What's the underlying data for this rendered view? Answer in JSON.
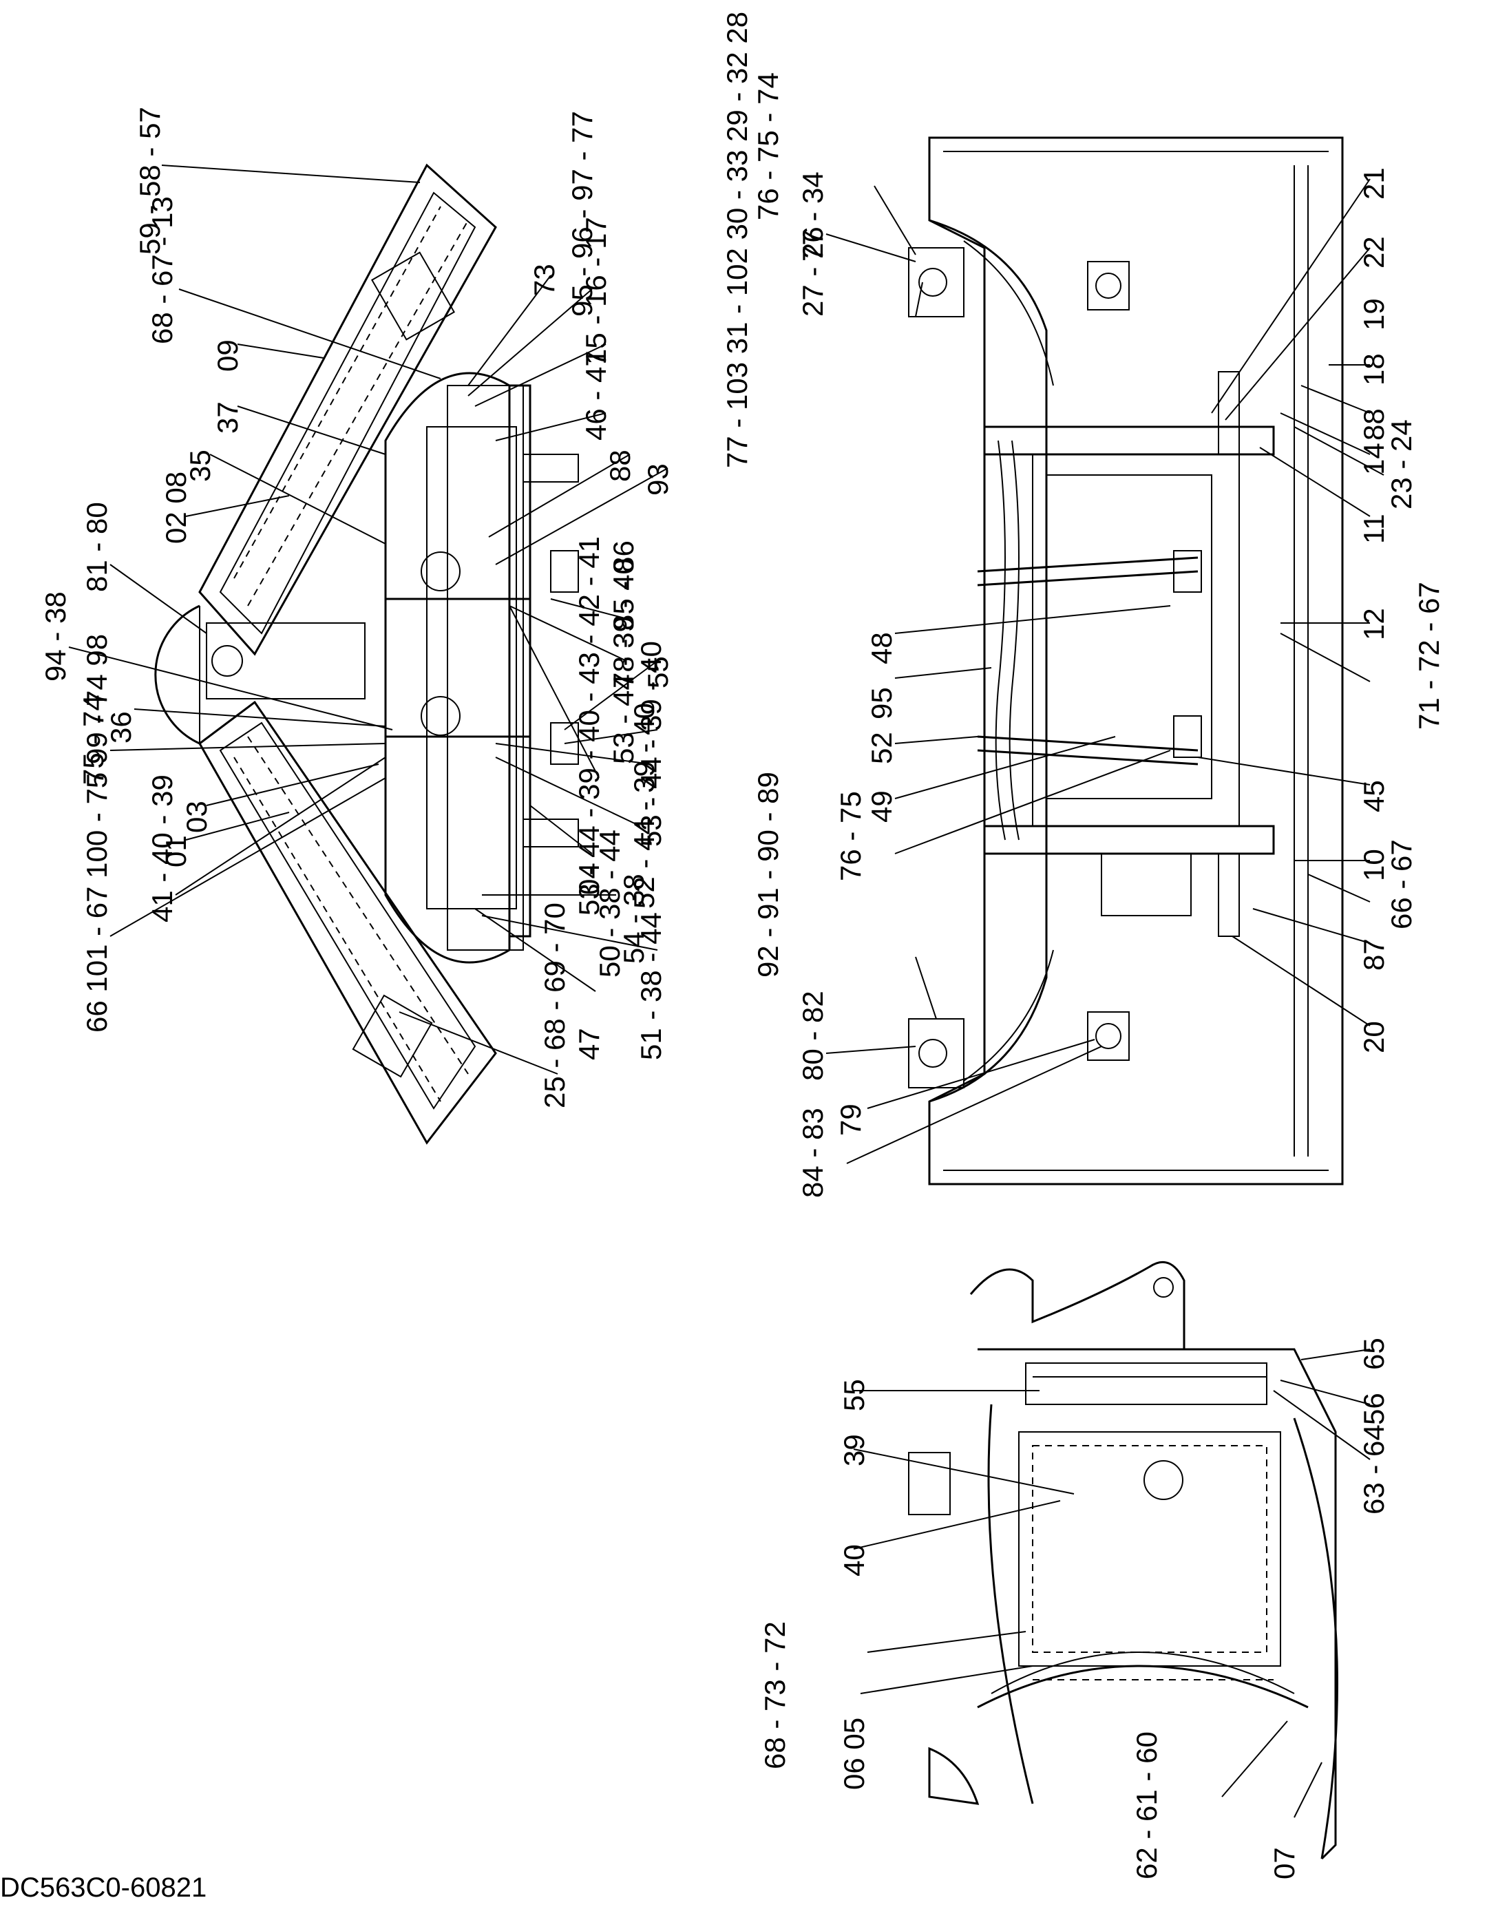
{
  "drawing_code": "DC563C0-60821",
  "view_left": {
    "callouts": [
      "59 - 58 - 57",
      "68 - 67 - 13",
      "09",
      "37",
      "35",
      "02 08",
      "81 - 80",
      "94 - 38",
      "36",
      "75 - 74",
      "03",
      "01",
      "41 - 40 - 39",
      "66 101 - 67 100 - 75 99 - 74 98",
      "73",
      "95 - 96 - 97 - 77",
      "15 - 16 - 17",
      "46 - 47",
      "88",
      "93",
      "53 - 44 - 39 - 40 - 43 - 42 - 41",
      "53 - 44 - 39 - 40",
      "78 - 85 - 86",
      "55",
      "53 - 44 - 39 - 40",
      "52 - 44 - 39 - 40",
      "54 - 38",
      "04",
      "50 - 38 - 44",
      "51 - 38 - 44",
      "47",
      "25 - 68 - 69 - 70"
    ]
  },
  "view_right": {
    "callouts": [
      "76 - 75 - 74",
      "77 - 34",
      "27 - 26",
      "77 - 103 31 - 102 30 - 33 29 - 32 28",
      "21",
      "22",
      "19",
      "18",
      "88",
      "14",
      "23 - 24",
      "11",
      "48",
      "95",
      "52",
      "49",
      "76 - 75",
      "12",
      "71 - 72 - 67",
      "45",
      "10",
      "66 - 67",
      "87",
      "20",
      "92 - 91 - 90 - 89",
      "80 - 82",
      "79",
      "84 - 83"
    ]
  },
  "view_bottom": {
    "callouts": [
      "55",
      "39",
      "40",
      "65",
      "56",
      "63 - 64",
      "68 - 73 - 72",
      "06 05",
      "62 - 61 - 60",
      "07"
    ]
  }
}
